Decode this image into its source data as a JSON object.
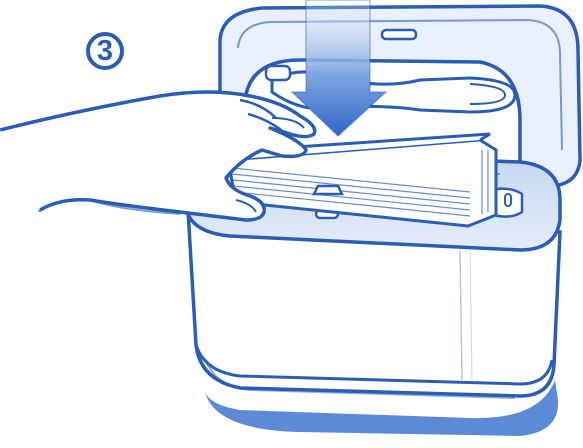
{
  "step": {
    "number": "3"
  },
  "colors": {
    "outline": "#2a5db6",
    "fill_light": "#e9f0fb",
    "fill_mid": "#c9daf3",
    "shadow": "#3f76cf",
    "arrow_top": "#eaf1fc",
    "arrow_bottom": "#2e68c9",
    "background": "#ffffff"
  },
  "illustration": {
    "hand": "hand-inserting",
    "object": "wipes-dispenser-open-lid",
    "item": "stack-of-wipes",
    "arrow": "down-arrow"
  }
}
